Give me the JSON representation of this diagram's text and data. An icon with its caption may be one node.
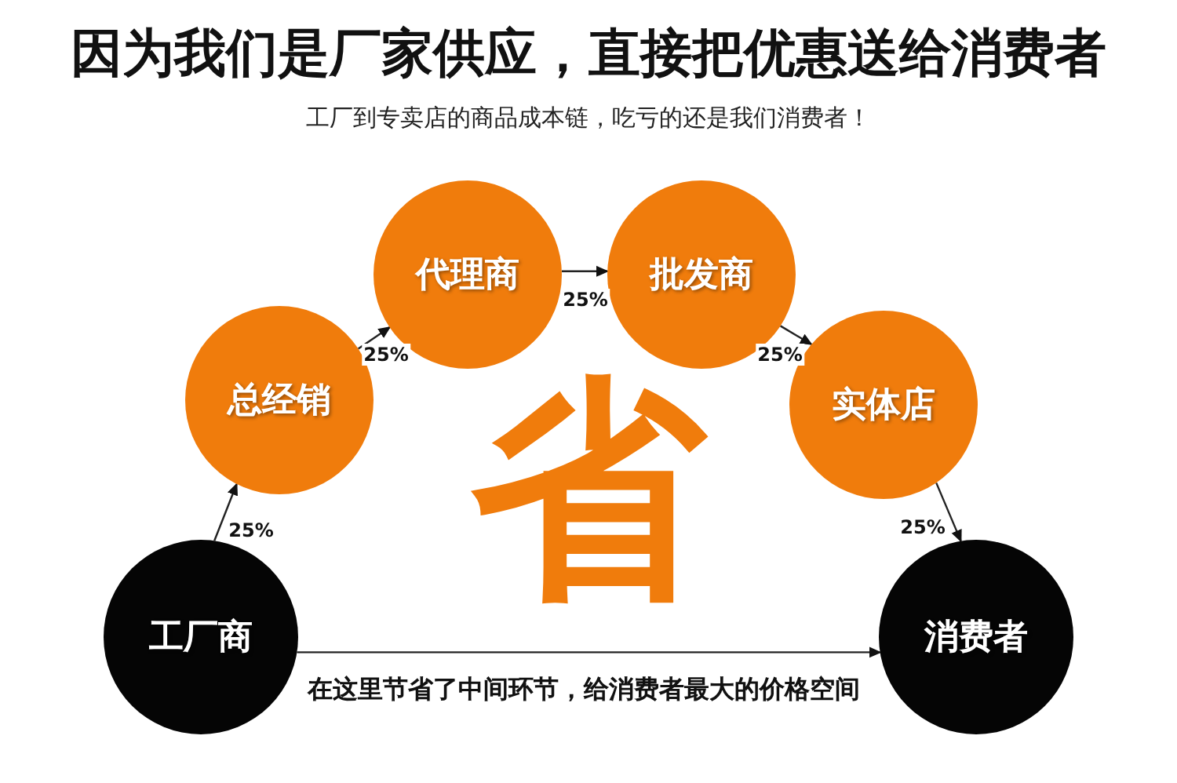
{
  "diagram": {
    "title": "因为我们是厂家供应，直接把优惠送给消费者",
    "caption": "工厂到专卖店的商品成本链，吃亏的还是我们消费者！",
    "nodes": [
      {
        "text": [
          "工厂商"
        ]
      },
      {
        "text": [
          "总经销"
        ]
      },
      {
        "text": [
          "代理商"
        ]
      },
      {
        "text": [
          "批发商"
        ]
      },
      {
        "text": [
          "实体店"
        ]
      },
      {
        "text": [
          "消费者"
        ]
      }
    ],
    "edges": [
      {
        "from": 0,
        "to": 1,
        "arrow": "to",
        "label": "25%"
      },
      {
        "from": 1,
        "to": 2,
        "arrow": "to",
        "label": "25%"
      },
      {
        "from": 2,
        "to": 3,
        "arrow": "to",
        "label": "25%"
      },
      {
        "from": 3,
        "to": 4,
        "arrow": "to",
        "label": "25%"
      },
      {
        "from": 4,
        "to": 5,
        "arrow": "to",
        "label": "25%"
      },
      {
        "from": 0,
        "to": 5,
        "arrow": "to",
        "label": "在这里节省了中间环节，给消费者最大的价格空间"
      }
    ],
    "labels": [
      "省"
    ]
  }
}
